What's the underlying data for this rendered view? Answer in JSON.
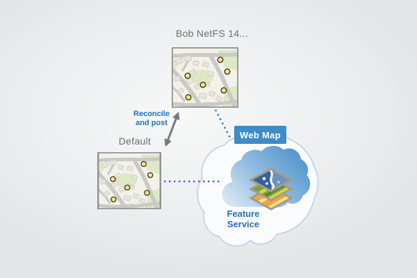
{
  "diagram": {
    "version_node": {
      "label": "Bob NetFS 14..."
    },
    "default_node": {
      "label": "Default"
    },
    "reconcile_edge": {
      "label": "Reconcile and post"
    },
    "web_map": {
      "label": "Web Map"
    },
    "feature_service": {
      "label": "Feature Service"
    },
    "icons": {
      "map_thumbnails": "street-map-with-yellow-point-markers",
      "outer_cloud": "cloud-outline-icon",
      "inner_cloud": "cloud-icon",
      "layers": "map-layers-stack-icon",
      "reconcile_arrow": "double-headed-arrow-icon",
      "connections": "dotted-connector-line"
    },
    "colors": {
      "background": "#ECEDEE",
      "gray_label": "#6D6E71",
      "blue_label": "#2173BE",
      "web_map_bg": "#3E8CC7",
      "web_map_text": "#FFFFFF",
      "dotted_line": "#2F6FB7",
      "arrow": "#77787B",
      "outer_cloud_stroke": "#C3D7EB",
      "cloud_gradient_light": "#D9E7F4",
      "cloud_gradient_dark": "#4990CB",
      "map_point_fill": "#FAE96E",
      "map_border": "#8E8F90"
    }
  }
}
